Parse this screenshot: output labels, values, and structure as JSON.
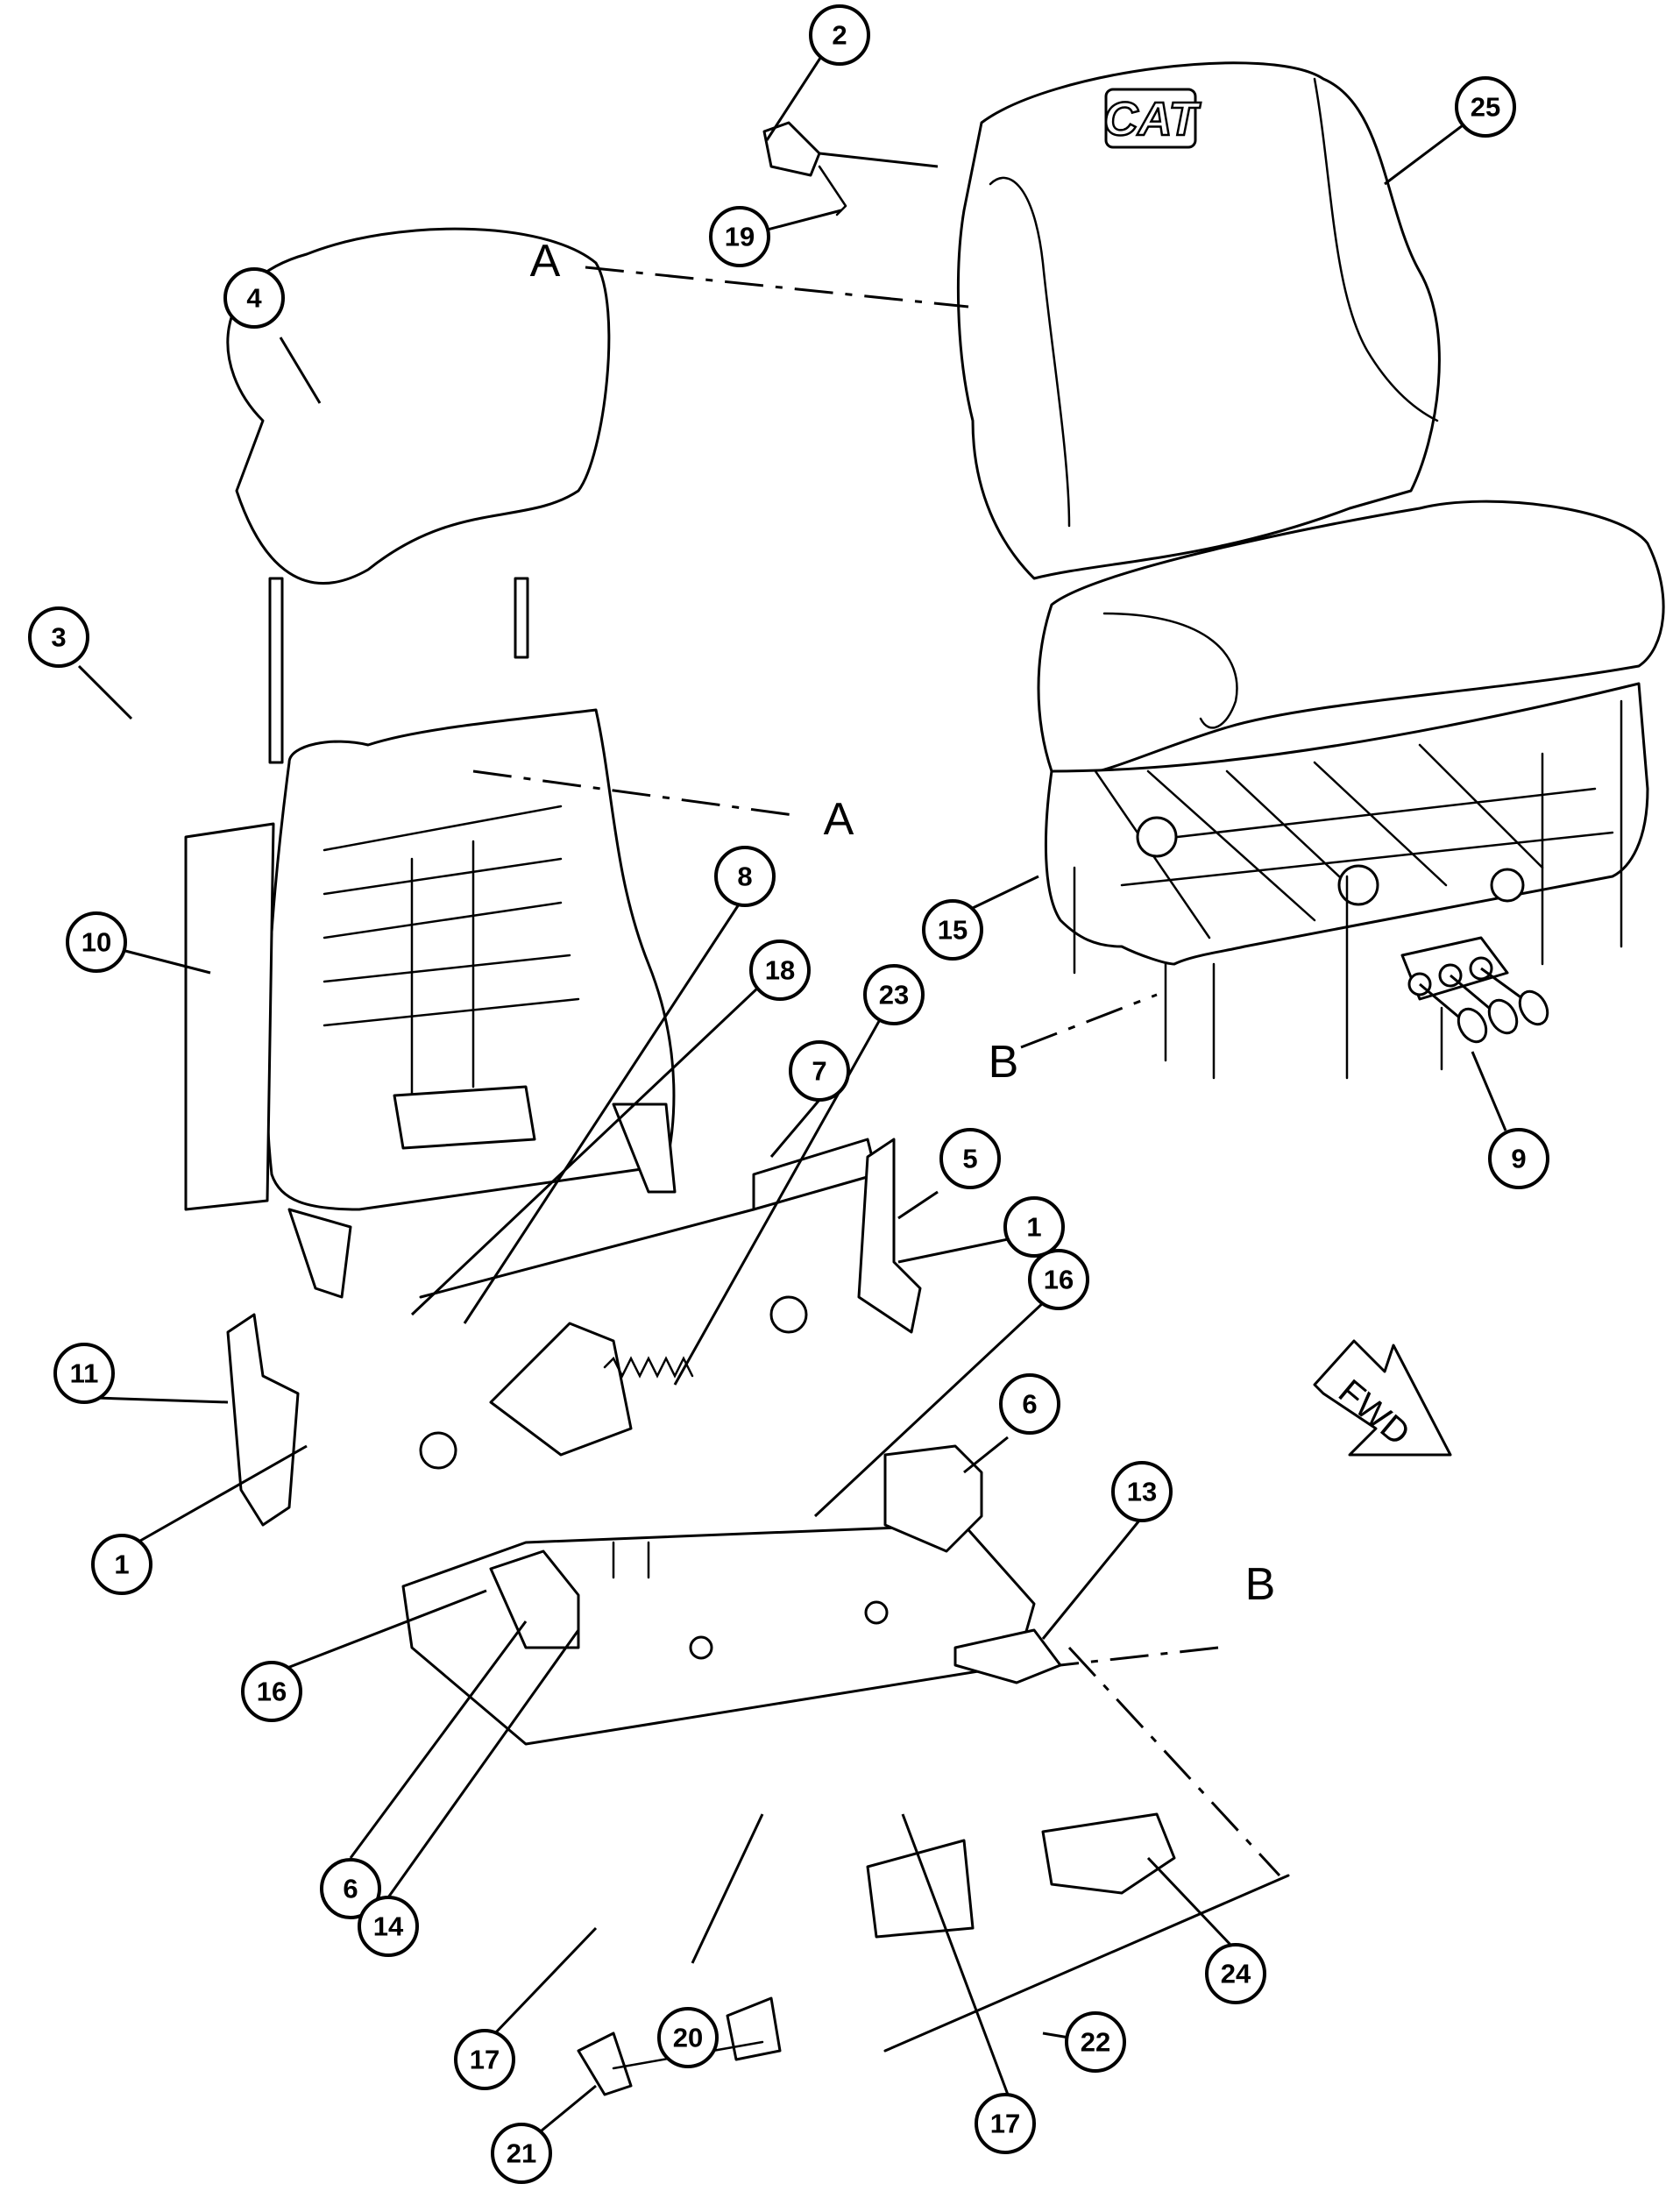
{
  "diagram": {
    "callouts": [
      {
        "label": "1"
      },
      {
        "label": "1"
      },
      {
        "label": "2"
      },
      {
        "label": "3"
      },
      {
        "label": "4"
      },
      {
        "label": "5"
      },
      {
        "label": "6"
      },
      {
        "label": "6"
      },
      {
        "label": "7"
      },
      {
        "label": "8"
      },
      {
        "label": "9"
      },
      {
        "label": "10"
      },
      {
        "label": "11"
      },
      {
        "label": "13"
      },
      {
        "label": "14"
      },
      {
        "label": "15"
      },
      {
        "label": "16"
      },
      {
        "label": "16"
      },
      {
        "label": "17"
      },
      {
        "label": "17"
      },
      {
        "label": "18"
      },
      {
        "label": "19"
      },
      {
        "label": "20"
      },
      {
        "label": "21"
      },
      {
        "label": "22"
      },
      {
        "label": "23"
      },
      {
        "label": "24"
      },
      {
        "label": "25"
      }
    ],
    "reference_letters": [
      "A",
      "A",
      "B",
      "B"
    ],
    "seat_logo": "CAT",
    "direction_arrow": "FWD"
  }
}
